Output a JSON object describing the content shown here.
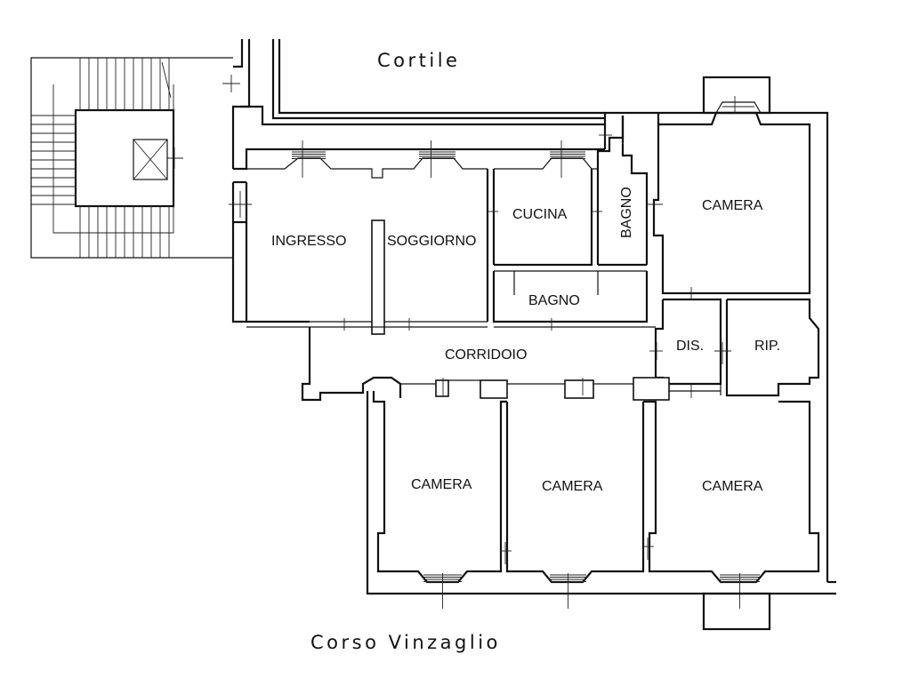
{
  "streets": {
    "top": "Cortile",
    "bottom": "Corso Vinzaglio"
  },
  "rooms": {
    "ingresso": "INGRESSO",
    "soggiorno": "SOGGIORNO",
    "cucina": "CUCINA",
    "bagno_vertical": "BAGNO",
    "bagno": "BAGNO",
    "camera_ne": "CAMERA",
    "corridoio": "CORRIDOIO",
    "dis": "DIS.",
    "rip": "RIP.",
    "camera_sw": "CAMERA",
    "camera_s": "CAMERA",
    "camera_se": "CAMERA"
  }
}
